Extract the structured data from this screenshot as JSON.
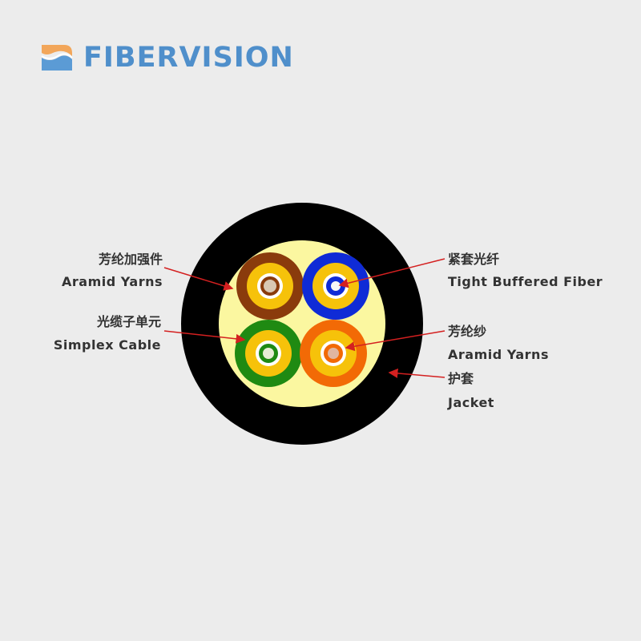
{
  "brand": {
    "name": "FIBERVISION",
    "colors": {
      "text": "#4f8fcb",
      "mark_orange": "#f2a65a",
      "mark_blue": "#5b9bd5"
    }
  },
  "labels": {
    "aramid_yarns_zh": "芳纶加强件",
    "aramid_yarns_en": "Aramid Yarns",
    "simplex_cable_zh": "光缆子单元",
    "simplex_cable_en": "Simplex Cable",
    "tight_buffered_zh": "紧套光纤",
    "tight_buffered_en": "Tight Buffered Fiber",
    "aramid_zh_2": "芳纶纱",
    "aramid_en_2": "Aramid Yarns",
    "jacket_zh": "护套",
    "jacket_en": "Jacket"
  },
  "colors": {
    "background": "#ececec",
    "jacket": "#000000",
    "filler": "#fbf7a0",
    "yarn": "#f6c20a",
    "unit_brown": "#8a3b0c",
    "unit_blue": "#0f2bd6",
    "unit_green": "#1f8a12",
    "unit_orange": "#f26a06",
    "arrow": "#d42020",
    "label_text": "#333333"
  }
}
